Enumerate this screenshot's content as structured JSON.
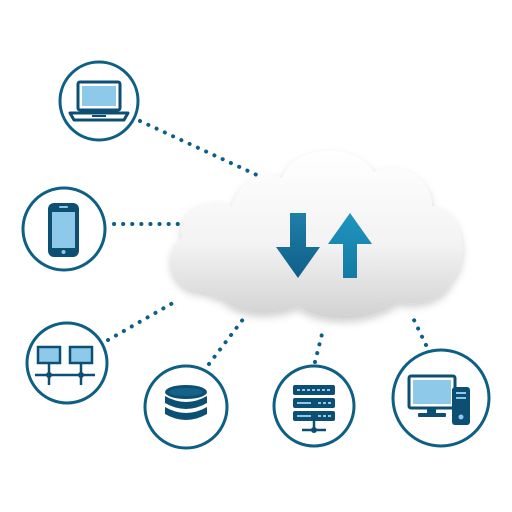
{
  "colors": {
    "ring": "#0d5f83",
    "dot": "#0e5f86",
    "arrow_dark": "#1a6f98",
    "arrow_light": "#1b88b2",
    "screen_fill": "#8fc9e9",
    "icon_dark": "#0d4f73",
    "cloud_top": "#ffffff",
    "cloud_bottom": "#d7d7d7"
  },
  "icons": {
    "cloud": "cloud-icon",
    "transfer": "up-down-arrows-icon",
    "laptop": "laptop-icon",
    "phone": "smartphone-icon",
    "network": "network-computers-icon",
    "database": "database-icon",
    "server": "server-rack-icon",
    "desktop": "desktop-computer-icon"
  },
  "nodes": [
    "laptop",
    "phone",
    "network",
    "database",
    "server",
    "desktop"
  ]
}
